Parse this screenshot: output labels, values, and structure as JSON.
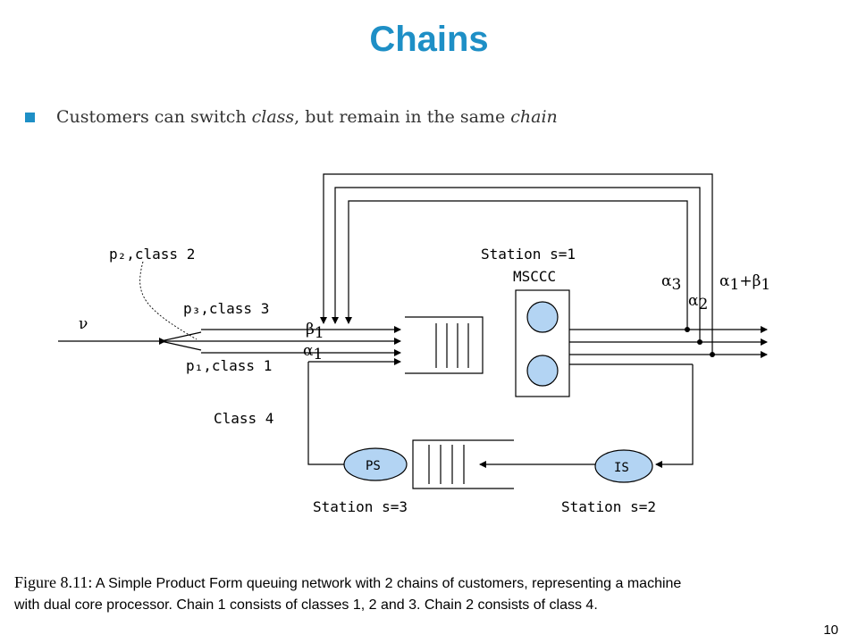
{
  "title": "Chains",
  "bullet": {
    "pre": "Customers can switch ",
    "em1": "class",
    "mid": ", but remain in the same  ",
    "em2": "chain"
  },
  "diagram": {
    "nu": "ν",
    "p2_class2": "p₂,class 2",
    "p3_class3": "p₃,class 3",
    "p1_class1": "p₁,class 1",
    "class4": "Class 4",
    "beta1": "β",
    "beta1_sub": "1",
    "alpha1": "α",
    "alpha1_sub": "1",
    "alpha3": "α",
    "alpha3_sub": "3",
    "alpha2": "α",
    "alpha2_sub": "2",
    "alpha_plus_beta_a": "α",
    "alpha_plus_beta_a_sub": "1",
    "alpha_plus_beta_plus": "+",
    "alpha_plus_beta_b": "β",
    "alpha_plus_beta_b_sub": "1",
    "station1": "Station s=1",
    "mscc": "MSCCC",
    "ps": "PS",
    "is": "IS",
    "station3": "Station s=3",
    "station2": "Station s=2"
  },
  "caption": {
    "fig_label": "Figure 8.11:",
    "text_line1": " A Simple Product Form queuing network with 2 chains of customers, representing a machine",
    "text_line2": "with dual core processor. Chain 1 consists of classes 1, 2 and 3. Chain 2 consists of class 4."
  },
  "page_number": "10"
}
